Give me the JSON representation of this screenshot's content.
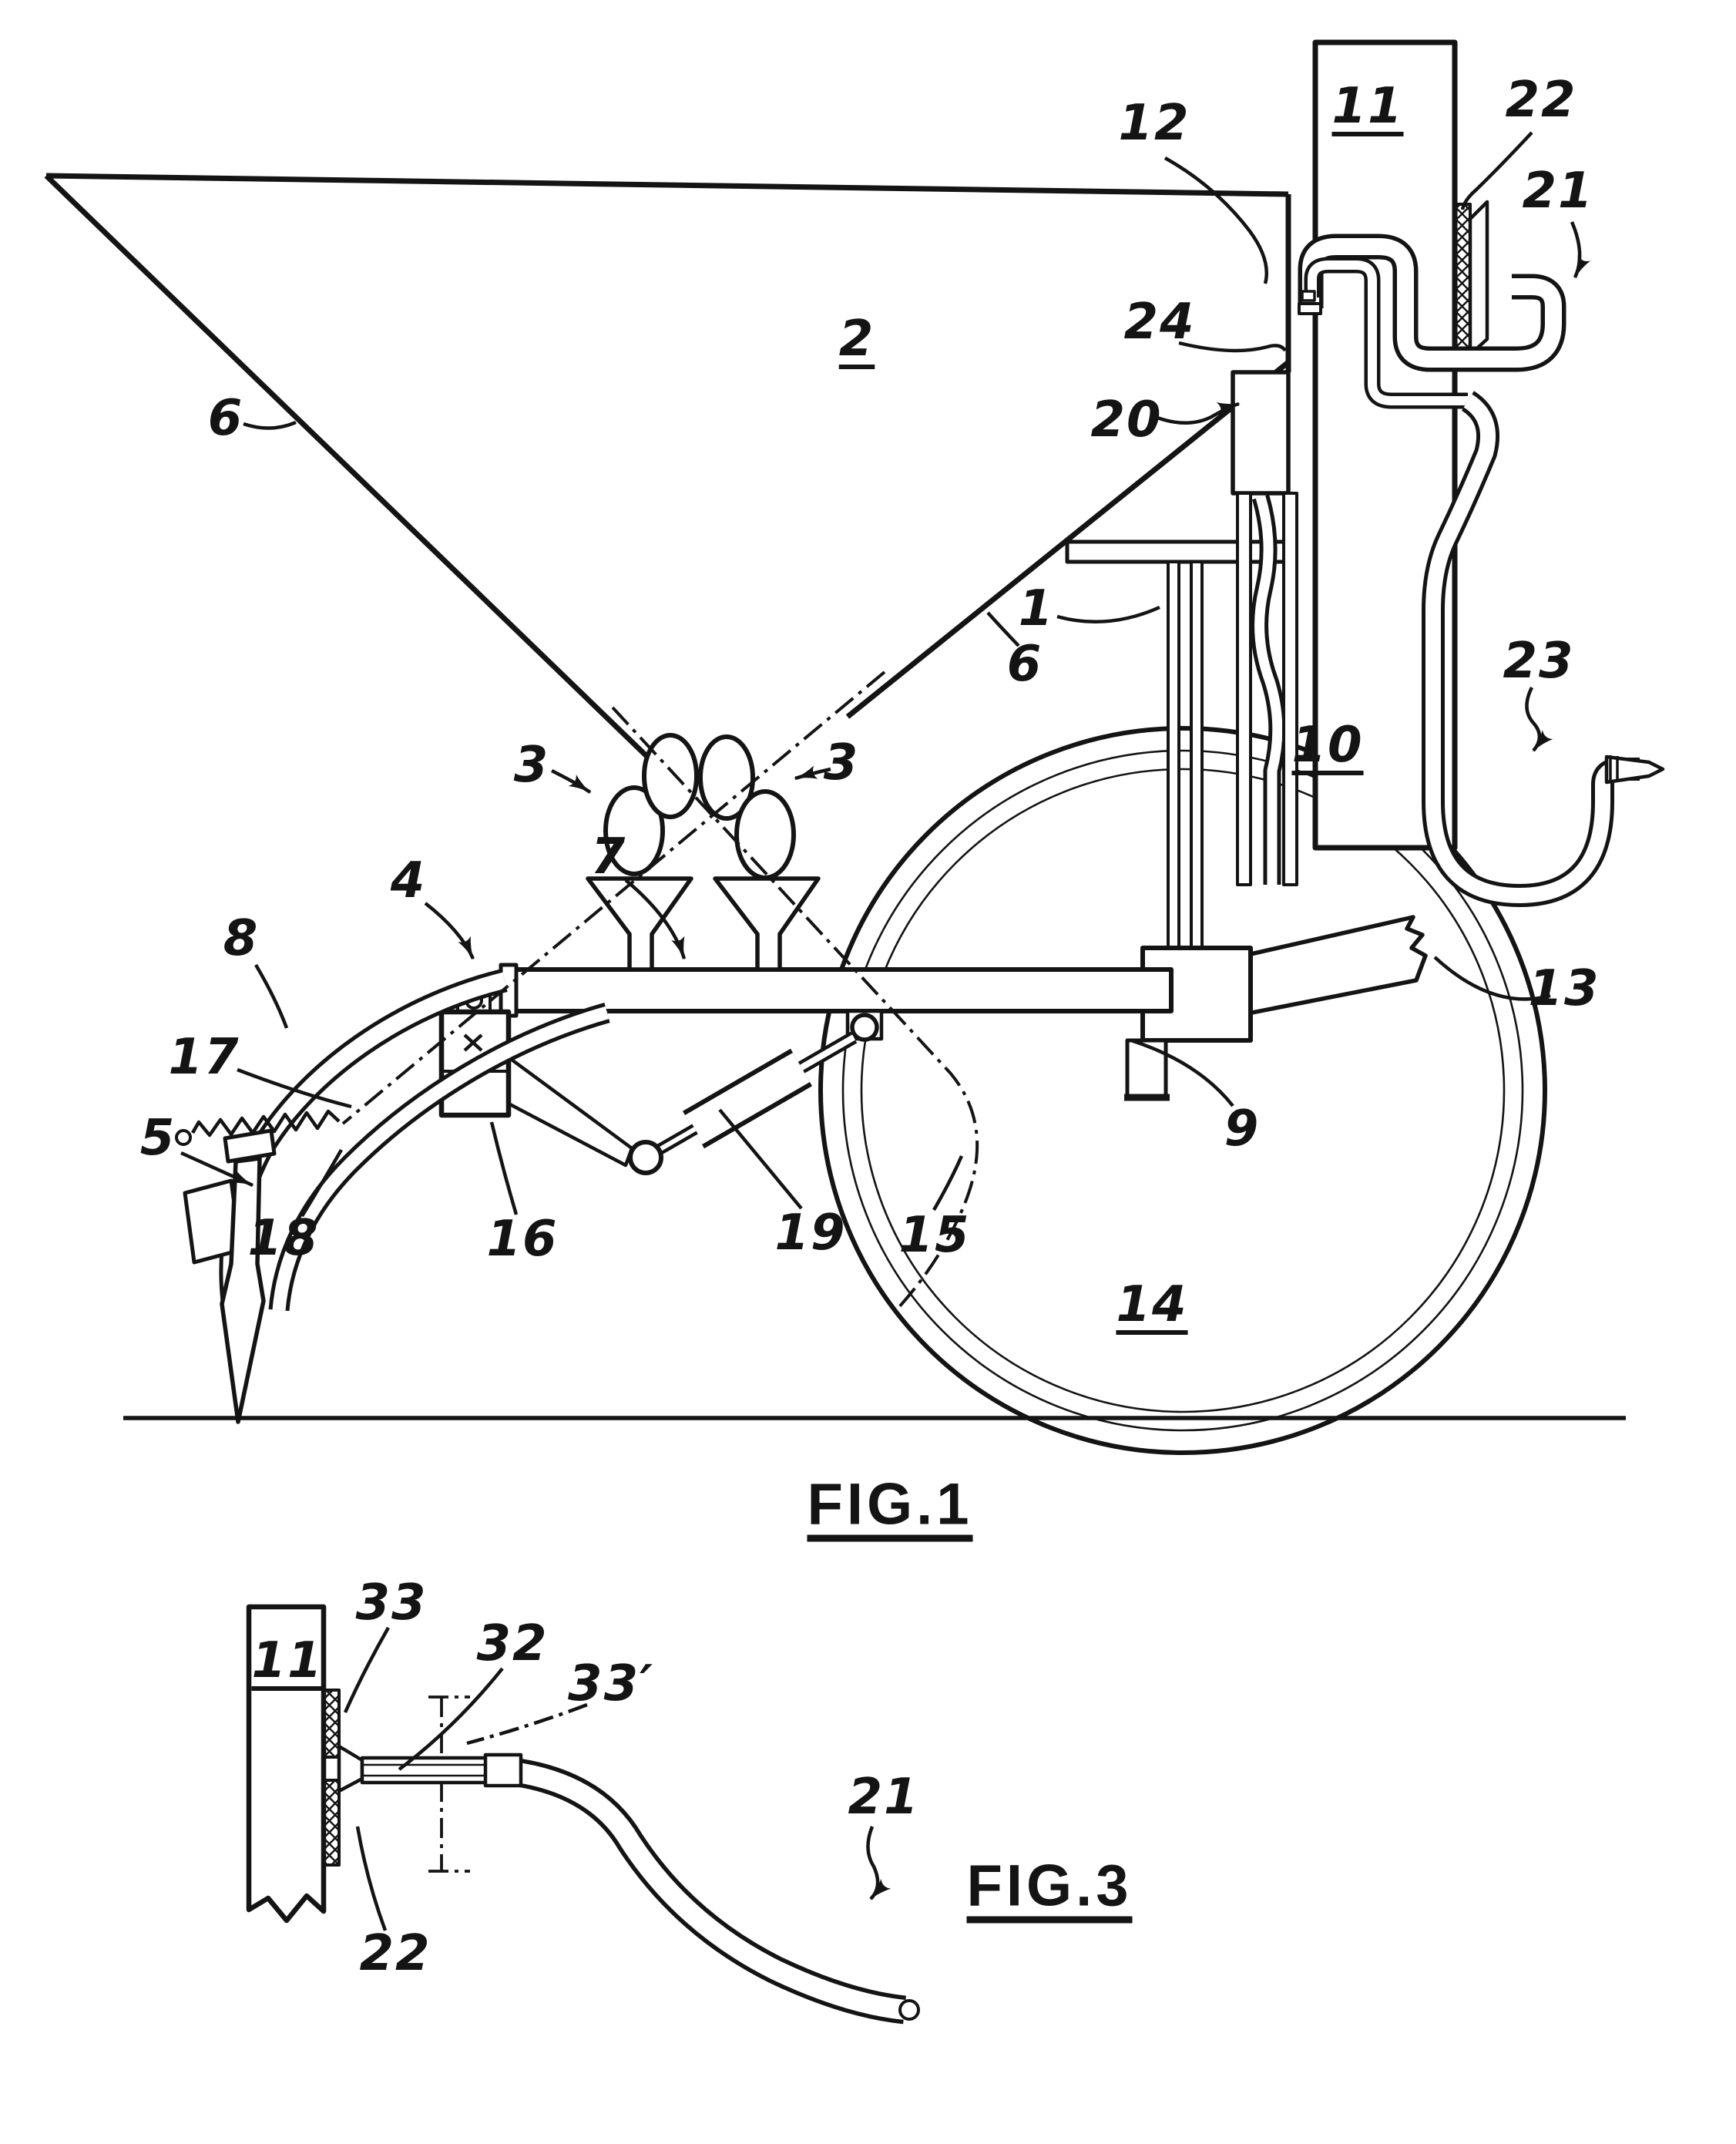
{
  "drawing": {
    "type": "patent-line-drawing",
    "colors": {
      "background": "#ffffff",
      "ink": "#141414"
    }
  },
  "figure1": {
    "caption": "FIG.1",
    "labels": [
      {
        "ref": "12"
      },
      {
        "ref": "11"
      },
      {
        "ref": "22"
      },
      {
        "ref": "21"
      },
      {
        "ref": "2"
      },
      {
        "ref": "24"
      },
      {
        "ref": "20"
      },
      {
        "ref": "23"
      },
      {
        "ref": "1"
      },
      {
        "ref": "6"
      },
      {
        "ref": "6"
      },
      {
        "ref": "3"
      },
      {
        "ref": "3"
      },
      {
        "ref": "4"
      },
      {
        "ref": "7"
      },
      {
        "ref": "8"
      },
      {
        "ref": "17"
      },
      {
        "ref": "5"
      },
      {
        "ref": "18"
      },
      {
        "ref": "16"
      },
      {
        "ref": "19"
      },
      {
        "ref": "15"
      },
      {
        "ref": "14"
      },
      {
        "ref": "9"
      },
      {
        "ref": "13"
      },
      {
        "ref": "10"
      }
    ]
  },
  "figure3": {
    "caption": "FIG.3",
    "labels": [
      {
        "ref": "11"
      },
      {
        "ref": "33"
      },
      {
        "ref": "32"
      },
      {
        "ref": "33′"
      },
      {
        "ref": "21"
      },
      {
        "ref": "22"
      }
    ]
  }
}
